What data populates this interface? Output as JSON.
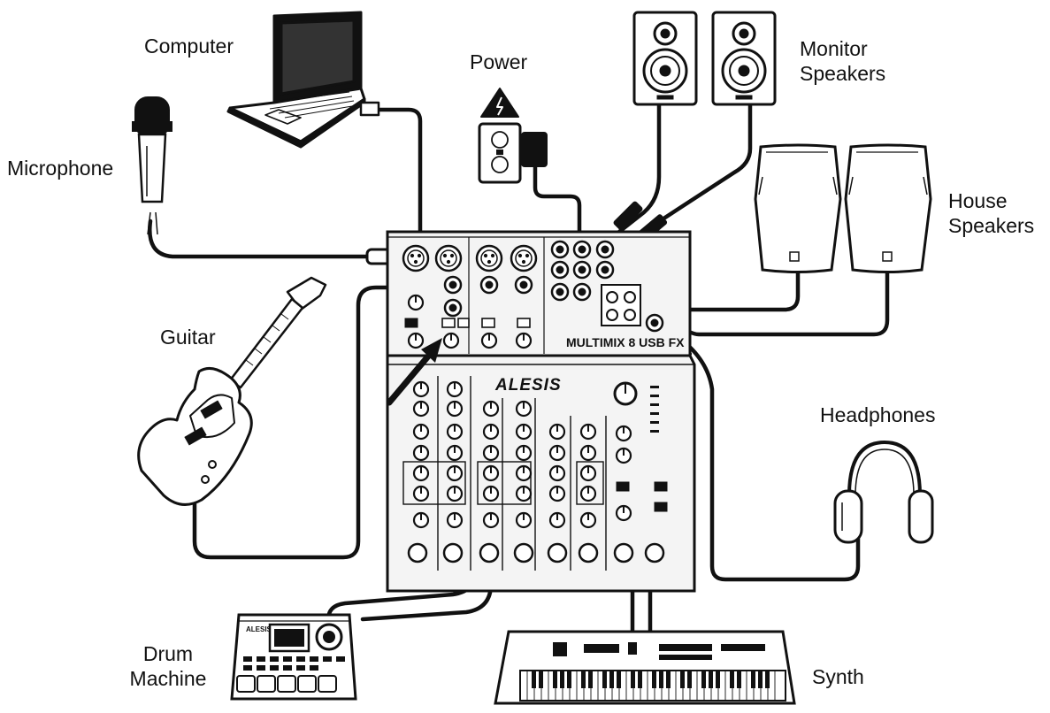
{
  "labels": {
    "computer": "Computer",
    "power": "Power",
    "monitor_line1": "Monitor",
    "monitor_line2": "Speakers",
    "microphone": "Microphone",
    "house_line1": "House",
    "house_line2": "Speakers",
    "guitar": "Guitar",
    "headphones": "Headphones",
    "drum_line1": "Drum",
    "drum_line2": "Machine",
    "synth": "Synth"
  },
  "mixer": {
    "brand": "ALESIS",
    "model": "MULTIMIX 8 USB FX"
  },
  "drum_machine": {
    "brand": "ALESIS"
  },
  "colors": {
    "ink": "#111111",
    "device_fill": "#f4f4f4",
    "cable": "#111111"
  }
}
